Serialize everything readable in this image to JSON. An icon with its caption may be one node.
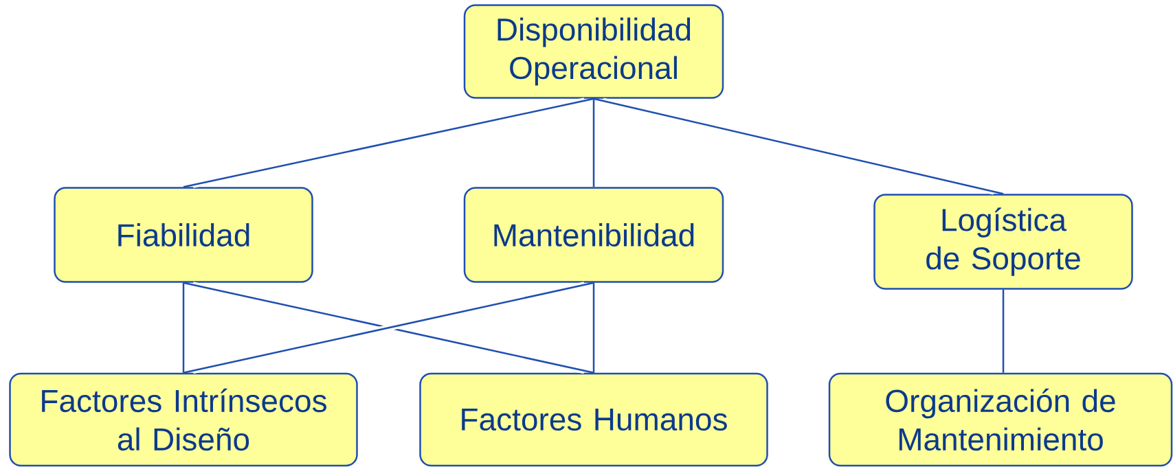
{
  "diagram": {
    "nodes": [
      {
        "text": [
          "Disponibilidad Operacional"
        ]
      },
      {
        "text": [
          "Fiabilidad"
        ]
      },
      {
        "text": [
          "Mantenibilidad"
        ]
      },
      {
        "text": [
          "Logística de Soporte"
        ]
      },
      {
        "text": [
          "Factores Intrínsecos al Diseño"
        ]
      },
      {
        "text": [
          "Factores Humanos"
        ]
      },
      {
        "text": [
          "Organización de Mantenimiento"
        ]
      }
    ],
    "edges": [
      {
        "from": 0,
        "to": 1,
        "arrow": "none"
      },
      {
        "from": 0,
        "to": 2,
        "arrow": "none"
      },
      {
        "from": 0,
        "to": 3,
        "arrow": "none"
      },
      {
        "from": 1,
        "to": 4,
        "arrow": "none"
      },
      {
        "from": 1,
        "to": 5,
        "arrow": "none"
      },
      {
        "from": 2,
        "to": 4,
        "arrow": "none"
      },
      {
        "from": 2,
        "to": 5,
        "arrow": "none"
      },
      {
        "from": 3,
        "to": 6,
        "arrow": "none"
      }
    ]
  }
}
